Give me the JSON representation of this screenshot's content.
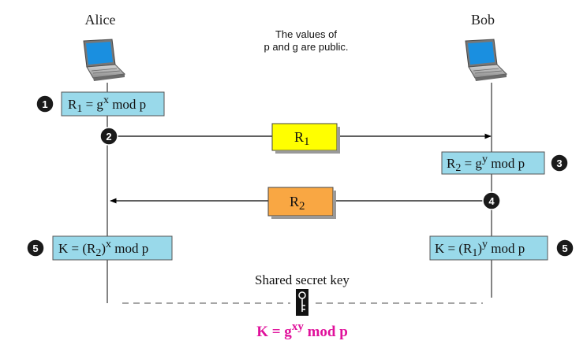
{
  "parties": {
    "alice": "Alice",
    "bob": "Bob"
  },
  "note": {
    "line1": "The values of",
    "line2": "p and g are public."
  },
  "alice_compute": {
    "lhs": "R",
    "sub": "1",
    "mid": " = g",
    "sup": "x",
    "rest": " mod p"
  },
  "bob_compute": {
    "lhs": "R",
    "sub": "2",
    "mid": " = g",
    "sup": "y",
    "rest": " mod p"
  },
  "message1": {
    "main": "R",
    "sub": "1"
  },
  "message2": {
    "main": "R",
    "sub": "2"
  },
  "alice_key": {
    "pre": "K = (R",
    "sub": "2",
    "close": ")",
    "sup": "x",
    "rest": " mod p"
  },
  "bob_key": {
    "pre": "K = (R",
    "sub": "1",
    "close": ")",
    "sup": "y",
    "rest": " mod p"
  },
  "shared": {
    "label": "Shared secret key",
    "formula_pre": "K = g",
    "formula_sup": "xy",
    "formula_rest": " mod p"
  },
  "steps": {
    "s1": "1",
    "s2": "2",
    "s3": "3",
    "s4": "4",
    "s5a": "5",
    "s5b": "5"
  },
  "colors": {
    "box_blue": "#99d9ea",
    "msg_yellow": "#ffff00",
    "msg_orange": "#f9a743",
    "formula_magenta": "#e0119b",
    "laptop_screen": "#1a8fe0",
    "step_black": "#1a1a1a"
  },
  "icons": {
    "alice_device": "laptop-icon",
    "bob_device": "laptop-icon",
    "shared_key": "key-icon"
  }
}
